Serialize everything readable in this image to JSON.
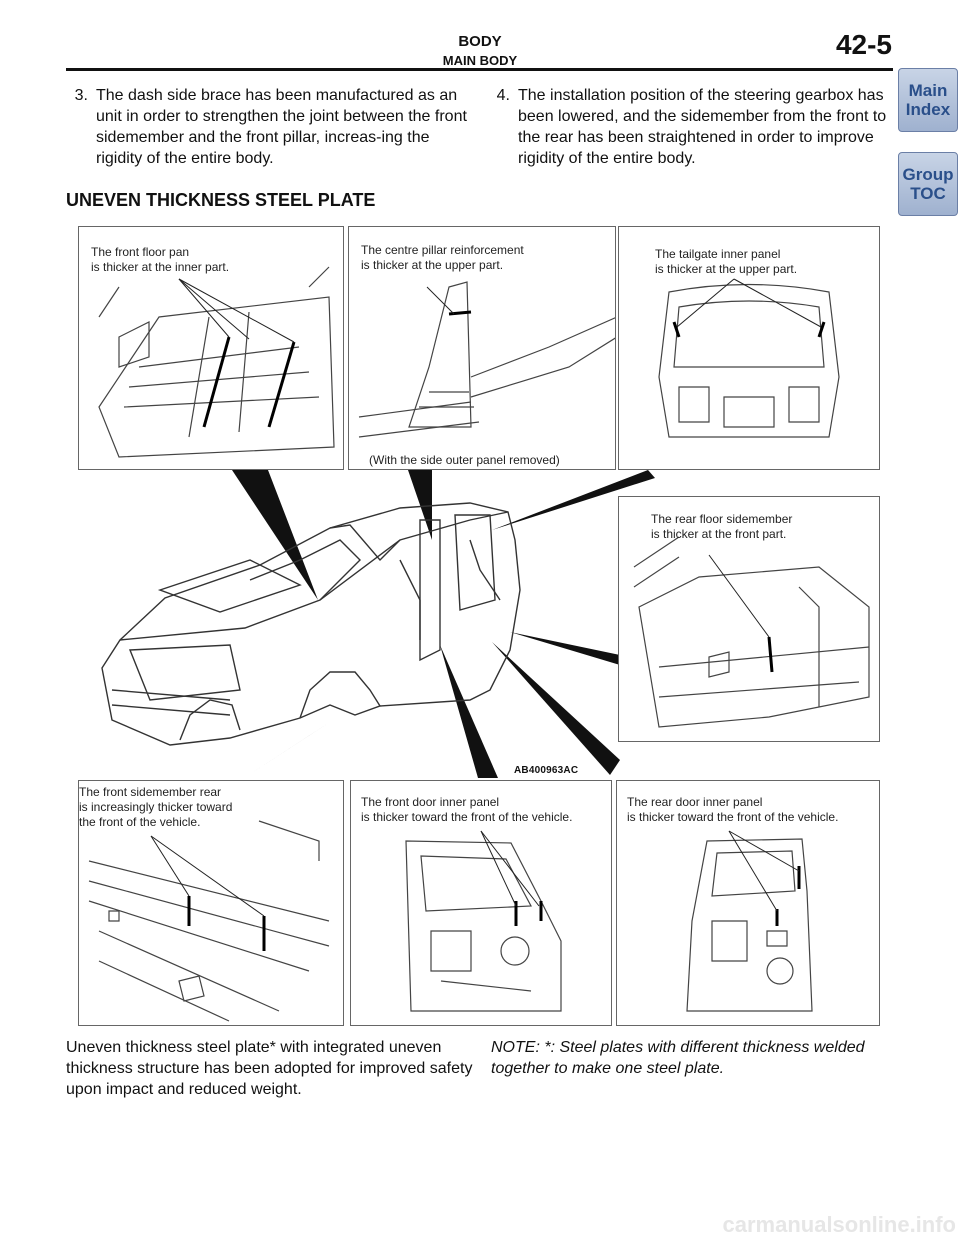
{
  "header": {
    "title": "BODY",
    "subtitle": "MAIN BODY",
    "page_number": "42-5"
  },
  "nav": {
    "main_index": [
      "Main",
      "Index"
    ],
    "group_toc": [
      "Group",
      "TOC"
    ]
  },
  "intro": {
    "item3": {
      "num": "3.",
      "text": "The dash side brace has been manufactured as an unit in order to strengthen the joint between the front sidemember and the front pillar, increas-ing the rigidity of the entire body."
    },
    "item4": {
      "num": "4.",
      "text": "The installation position of the steering gearbox has been lowered, and the sidemember from the front to the rear has been straightened in order to improve rigidity of the entire body."
    }
  },
  "section": {
    "heading": "UNEVEN THICKNESS STEEL PLATE"
  },
  "figure": {
    "callouts": {
      "front_floor_pan": [
        "The front floor pan",
        "is thicker at the inner part."
      ],
      "centre_pillar": [
        "The centre pillar reinforcement",
        "is thicker at the upper part."
      ],
      "centre_pillar_note": "(With the side outer panel removed)",
      "tailgate": [
        "The tailgate inner panel",
        "is thicker at the upper part."
      ],
      "rear_floor": [
        "The rear floor sidemember",
        "is thicker at the front part."
      ],
      "front_sidemember": [
        "The front sidemember rear",
        "is increasingly thicker toward",
        "the front of the vehicle."
      ],
      "front_door": [
        "The front door inner panel",
        "is thicker toward the front of the vehicle."
      ],
      "rear_door": [
        "The rear door inner panel",
        "is thicker toward the front of the vehicle."
      ]
    },
    "reference_code": "AB400963AC"
  },
  "body_text": {
    "description": "Uneven thickness steel plate* with integrated uneven thickness structure has been adopted for improved safety upon impact and reduced weight.",
    "note": "NOTE: *: Steel plates with different thickness welded together to make one steel plate."
  },
  "watermark": "carmanualsonline.info"
}
